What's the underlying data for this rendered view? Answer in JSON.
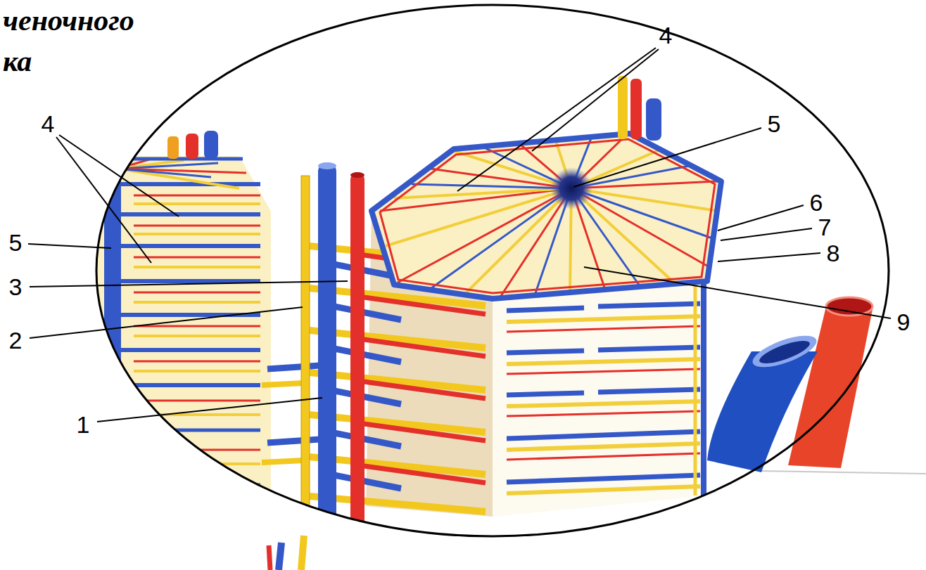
{
  "diagram": {
    "title": "ченочного ка",
    "labels": [
      "4",
      "5",
      "3",
      "2",
      "1",
      "4",
      "5",
      "6",
      "7",
      "8",
      "9"
    ]
  }
}
